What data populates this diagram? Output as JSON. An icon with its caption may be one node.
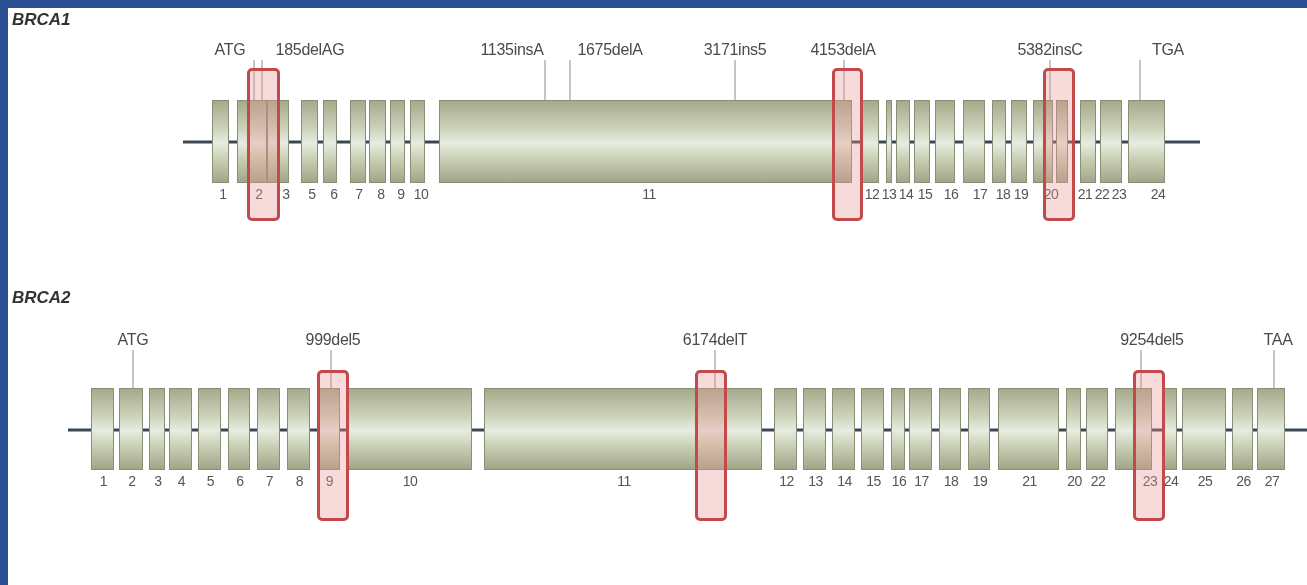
{
  "diagram": {
    "nodes": [
      {
        "text": [
          "ATG"
        ]
      },
      {
        "text": [
          "185delAG"
        ]
      },
      {
        "text": [
          "1135insA"
        ]
      },
      {
        "text": [
          "1675delA"
        ]
      },
      {
        "text": [
          "3171ins5"
        ]
      },
      {
        "text": [
          "4153delA"
        ]
      },
      {
        "text": [
          "5382insC"
        ]
      },
      {
        "text": [
          "TGA"
        ]
      },
      {
        "text": [
          "1"
        ]
      },
      {
        "text": [
          "2"
        ]
      },
      {
        "text": [
          "3"
        ]
      },
      {
        "text": [
          "5"
        ]
      },
      {
        "text": [
          "6"
        ]
      },
      {
        "text": [
          "7"
        ]
      },
      {
        "text": [
          "8"
        ]
      },
      {
        "text": [
          "9"
        ]
      },
      {
        "text": [
          "10"
        ]
      },
      {
        "text": [
          "11"
        ]
      },
      {
        "text": [
          "12"
        ]
      },
      {
        "text": [
          "13"
        ]
      },
      {
        "text": [
          "14"
        ]
      },
      {
        "text": [
          "15"
        ]
      },
      {
        "text": [
          "16"
        ]
      },
      {
        "text": [
          "17"
        ]
      },
      {
        "text": [
          "18"
        ]
      },
      {
        "text": [
          "19"
        ]
      },
      {
        "text": [
          "20"
        ]
      },
      {
        "text": [
          "21"
        ]
      },
      {
        "text": [
          "22"
        ]
      },
      {
        "text": [
          "23"
        ]
      },
      {
        "text": [
          "24"
        ]
      },
      {
        "text": [
          "ATG"
        ]
      },
      {
        "text": [
          "999del5"
        ]
      },
      {
        "text": [
          "6174delT"
        ]
      },
      {
        "text": [
          "9254del5"
        ]
      },
      {
        "text": [
          "TAA"
        ]
      },
      {
        "text": [
          "1"
        ]
      },
      {
        "text": [
          "2"
        ]
      },
      {
        "text": [
          "3"
        ]
      },
      {
        "text": [
          "4"
        ]
      },
      {
        "text": [
          "5"
        ]
      },
      {
        "text": [
          "6"
        ]
      },
      {
        "text": [
          "7"
        ]
      },
      {
        "text": [
          "8"
        ]
      },
      {
        "text": [
          "9"
        ]
      },
      {
        "text": [
          "10"
        ]
      },
      {
        "text": [
          "11"
        ]
      },
      {
        "text": [
          "12"
        ]
      },
      {
        "text": [
          "13"
        ]
      },
      {
        "text": [
          "14"
        ]
      },
      {
        "text": [
          "15"
        ]
      },
      {
        "text": [
          "16"
        ]
      },
      {
        "text": [
          "17"
        ]
      },
      {
        "text": [
          "18"
        ]
      },
      {
        "text": [
          "19"
        ]
      },
      {
        "text": [
          "21"
        ]
      },
      {
        "text": [
          "20"
        ]
      },
      {
        "text": [
          "22"
        ]
      },
      {
        "text": [
          "23"
        ]
      },
      {
        "text": [
          "24"
        ]
      },
      {
        "text": [
          "25"
        ]
      },
      {
        "text": [
          "26"
        ]
      },
      {
        "text": [
          "27"
        ]
      }
    ],
    "edges": [
      {
        "from": 0,
        "to": 9,
        "arrow": "none"
      },
      {
        "from": 1,
        "to": 9,
        "arrow": "none"
      },
      {
        "from": 2,
        "to": 17,
        "arrow": "none"
      },
      {
        "from": 3,
        "to": 17,
        "arrow": "none"
      },
      {
        "from": 4,
        "to": 17,
        "arrow": "none"
      },
      {
        "from": 5,
        "to": 17,
        "arrow": "none"
      },
      {
        "from": 6,
        "to": 26,
        "arrow": "none"
      },
      {
        "from": 7,
        "to": 30,
        "arrow": "none"
      },
      {
        "from": 31,
        "to": 37,
        "arrow": "none"
      },
      {
        "from": 32,
        "to": 44,
        "arrow": "none"
      },
      {
        "from": 33,
        "to": 46,
        "arrow": "none"
      },
      {
        "from": 34,
        "to": 58,
        "arrow": "none"
      },
      {
        "from": 35,
        "to": 62,
        "arrow": "none"
      }
    ],
    "labels": [
      "BRCA1",
      "BRCA2"
    ]
  }
}
